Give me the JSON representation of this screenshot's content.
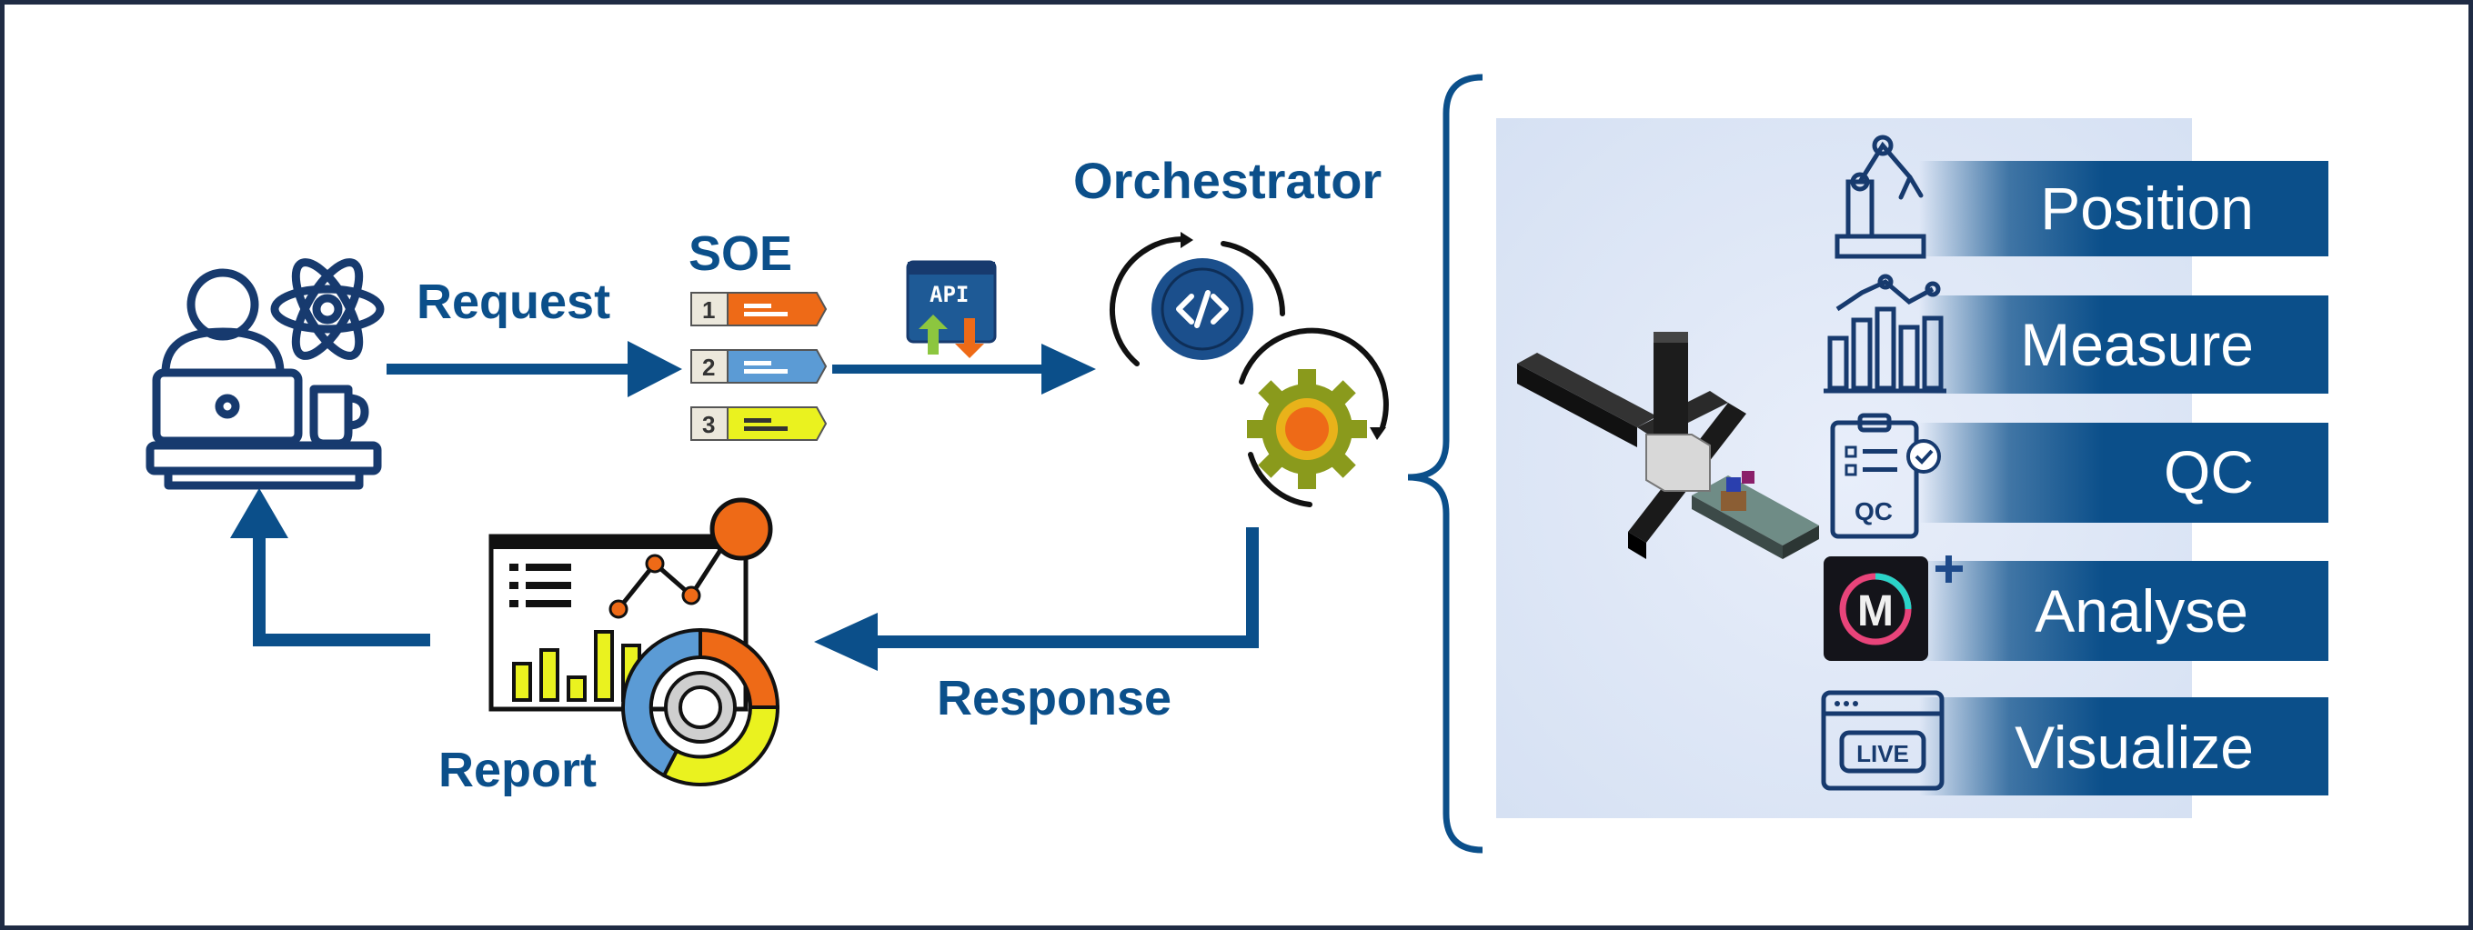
{
  "labels": {
    "request": "Request",
    "soe": "SOE",
    "orchestrator": "Orchestrator",
    "response": "Response",
    "report": "Report"
  },
  "soe_items": [
    "1",
    "2",
    "3"
  ],
  "api_icon_text": "API",
  "capabilities": [
    {
      "label": "Position",
      "icon": "robot-arm-icon"
    },
    {
      "label": "Measure",
      "icon": "measure-chart-icon"
    },
    {
      "label": "QC",
      "icon": "qc-clipboard-icon"
    },
    {
      "label": "Analyse",
      "icon": "analyse-m-logo-icon"
    },
    {
      "label": "Visualize",
      "icon": "live-window-icon"
    }
  ],
  "qc_icon_text": "QC",
  "live_icon_text": "LIVE",
  "analyse_logo_text": "M",
  "colors": {
    "primary_blue": "#0b4f8a",
    "navy": "#173a6e",
    "panel": "#dde6f5",
    "orange": "#ee6a17",
    "yellow": "#eaf21f",
    "light_blue": "#5b9bd5"
  }
}
